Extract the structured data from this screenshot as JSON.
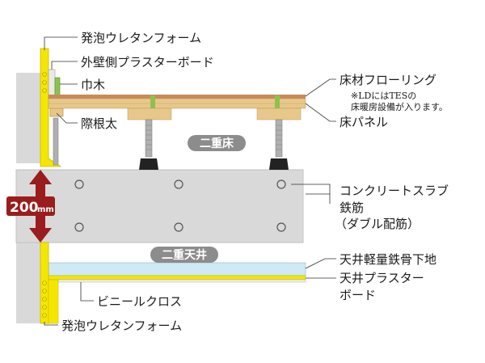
{
  "labels": {
    "foam_top": "発泡ウレタンフォーム",
    "exterior_board": "外壁側プラスターボード",
    "baseboard": "巾木",
    "joist": "際根太",
    "flooring": "床材フローリング",
    "flooring_note_1": "※LDにはTESの",
    "flooring_note_2": "床暖房設備が入ります。",
    "floor_panel": "床パネル",
    "concrete_slab": "コンクリートスラブ",
    "rebar": "鉄筋",
    "double_rebar": "（ダブル配筋）",
    "ceiling_frame": "天井軽量鉄骨下地",
    "ceiling_board_1": "天井プラスター",
    "ceiling_board_2": "ボード",
    "vinyl_cloth": "ビニールクロス",
    "foam_bottom": "発泡ウレタンフォーム"
  },
  "badges": {
    "double_floor": "二重床",
    "double_ceiling": "二重天井"
  },
  "dimension": {
    "value": "200",
    "unit": "mm"
  },
  "colors": {
    "concrete": "#d9d9d9",
    "concrete_edge": "#bfbfbf",
    "foam": "#f5e600",
    "wood": "#e8c88a",
    "flooring": "#c98a5a",
    "dimension_arrow": "#9b1c1c",
    "badge": "#8c8c8c",
    "ceiling_frame": "#cfe9f5",
    "leader": "#333333"
  }
}
